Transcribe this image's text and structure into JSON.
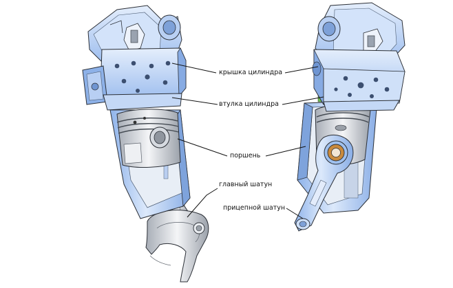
{
  "labels": {
    "cylinder_head": "крышка цилиндра",
    "cylinder_liner": "втулка цилиндра",
    "piston": "поршень",
    "master_rod": "главный шатун",
    "articulated_rod": "прицепной шатун"
  },
  "colors": {
    "metal_light": "#dbe9fb",
    "metal_mid": "#a9c8f2",
    "metal_dark": "#6f98d6",
    "steel_light": "#f1f3f6",
    "steel_mid": "#c3c8cf",
    "steel_dark": "#868c95",
    "outline": "#2b2f36",
    "bushing": "#c98a3d",
    "leader": "#111111"
  }
}
